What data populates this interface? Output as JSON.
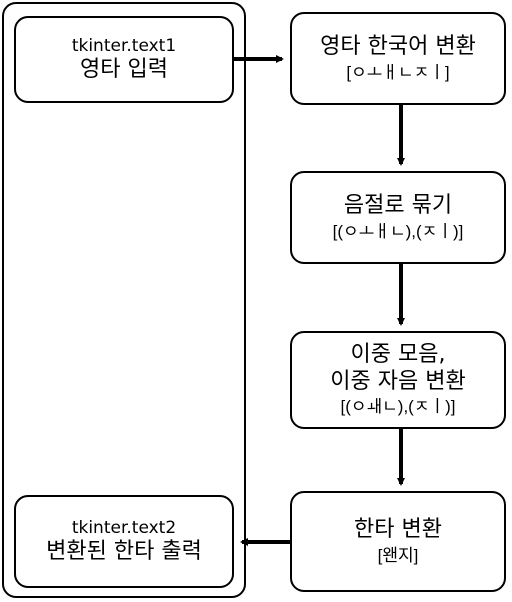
{
  "nodes": {
    "input": {
      "title": "tkinter.text1",
      "label": "영타 입력"
    },
    "convert_korean": {
      "label": "영타 한국어 변환",
      "example": "[ㅇㅗㅐㄴㅈㅣ]"
    },
    "group_syllables": {
      "label": "음절로 묶기",
      "example": "[(ㅇㅗㅐㄴ),(ㅈㅣ)]"
    },
    "double_convert": {
      "line1": "이중 모음,",
      "line2": "이중 자음 변환",
      "example": "[(ㅇㅙㄴ),(ㅈㅣ)]"
    },
    "hanta_convert": {
      "label": "한타 변환",
      "example": "[왠지]"
    },
    "output": {
      "title": "tkinter.text2",
      "label": "변환된 한타 출력"
    }
  }
}
